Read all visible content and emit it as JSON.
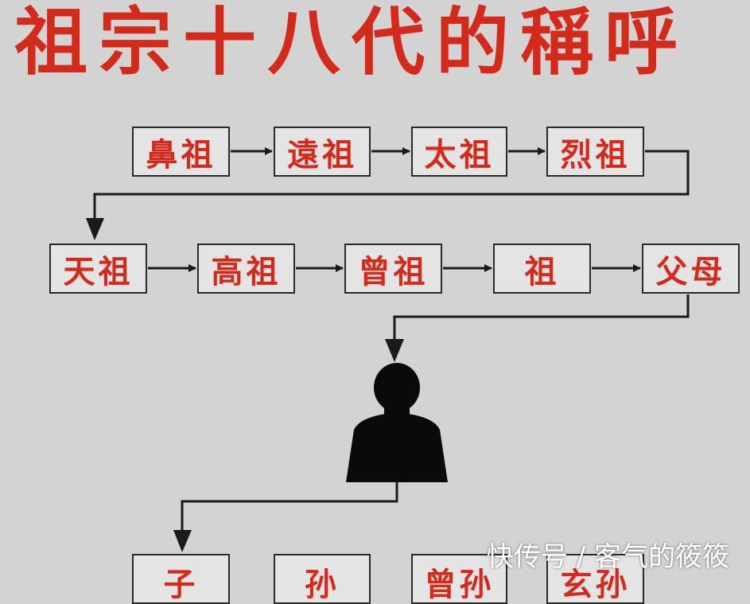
{
  "title": "祖宗十八代的稱呼",
  "ancestors_row1": [
    "鼻祖",
    "遠祖",
    "太祖",
    "烈祖"
  ],
  "ancestors_row2": [
    "天祖",
    "高祖",
    "曾祖",
    "祖",
    "父母"
  ],
  "descendants_row": [
    "子",
    "孙",
    "曾孙",
    "玄孙"
  ],
  "self_icon": "person-silhouette-icon",
  "watermark": "快传号 / 客气的筱筱",
  "colors": {
    "title_red": "#d42a1c",
    "box_text_red": "#d42a1c",
    "background": "#d3d3d3",
    "line": "#1a1a1a"
  }
}
